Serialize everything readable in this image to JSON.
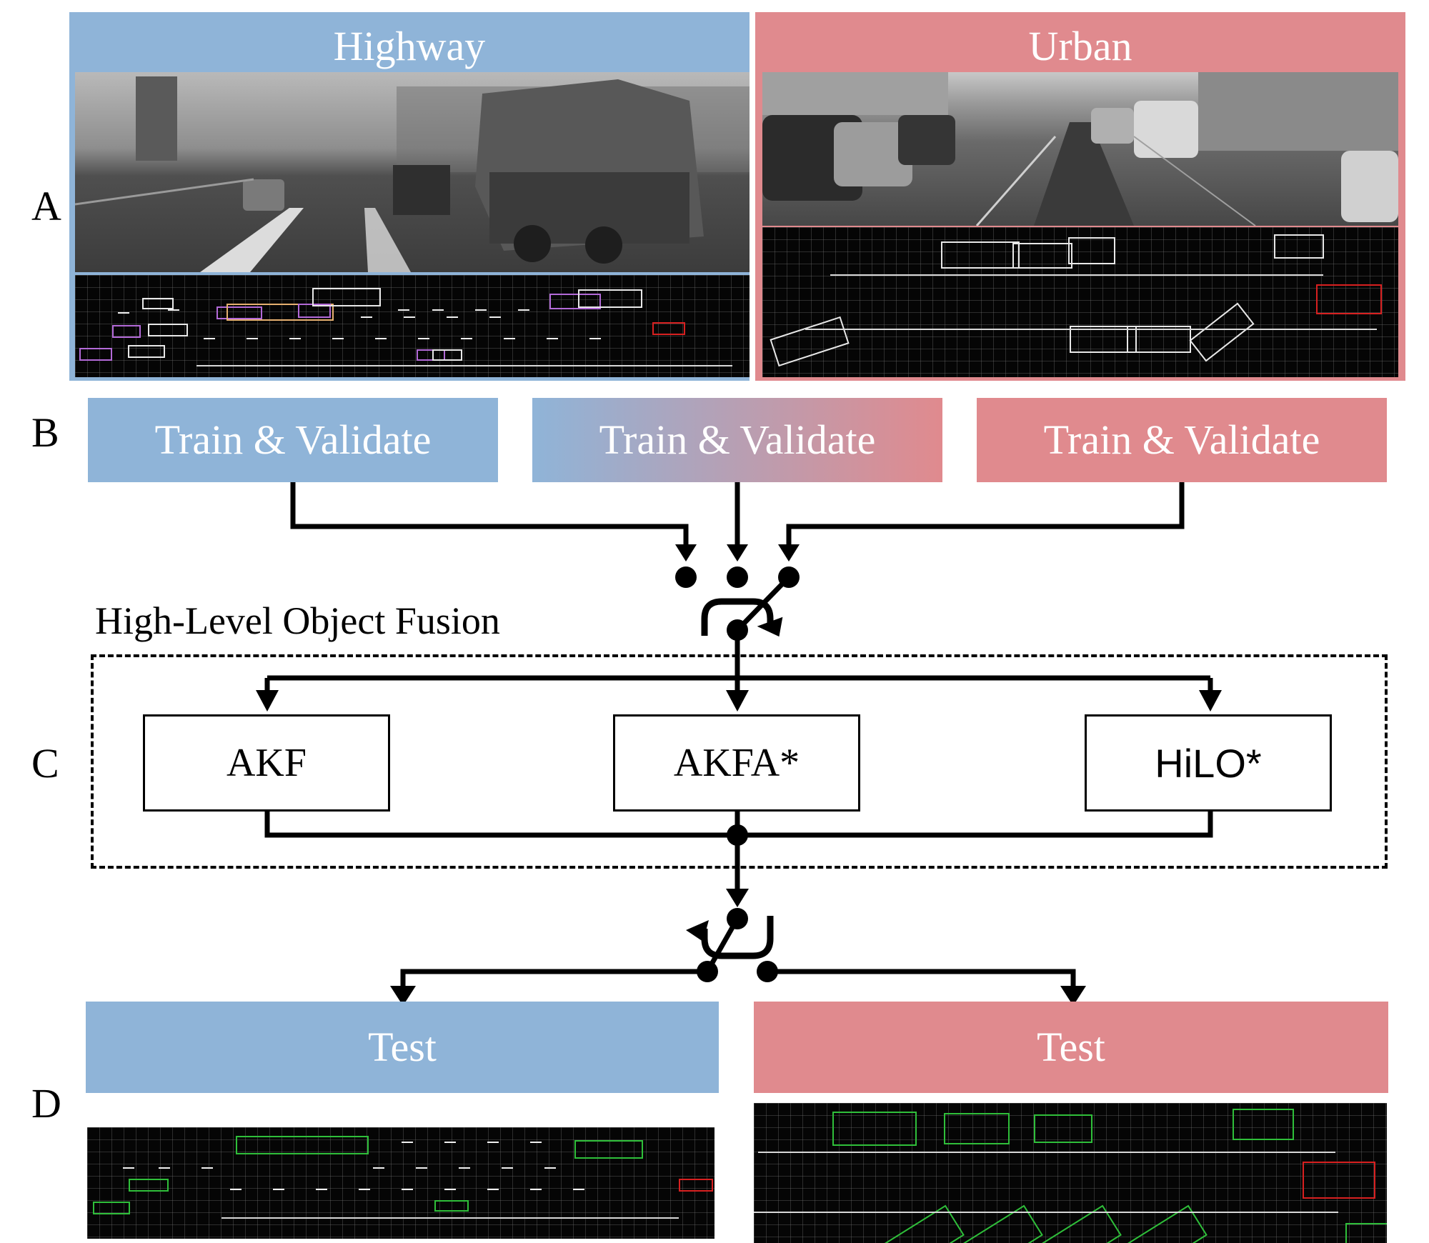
{
  "rows": [
    "A",
    "B",
    "C",
    "D"
  ],
  "domains": {
    "highway": {
      "label": "Highway",
      "color": "#8fb4d8"
    },
    "urban": {
      "label": "Urban",
      "color": "#e08a8e"
    }
  },
  "train_boxes": [
    "Train & Validate",
    "Train & Validate",
    "Train & Validate"
  ],
  "fusion": {
    "title": "High-Level Object Fusion",
    "methods": [
      "AKF",
      "AKFA*",
      "HiLO*"
    ]
  },
  "test_boxes": [
    "Test",
    "Test"
  ]
}
